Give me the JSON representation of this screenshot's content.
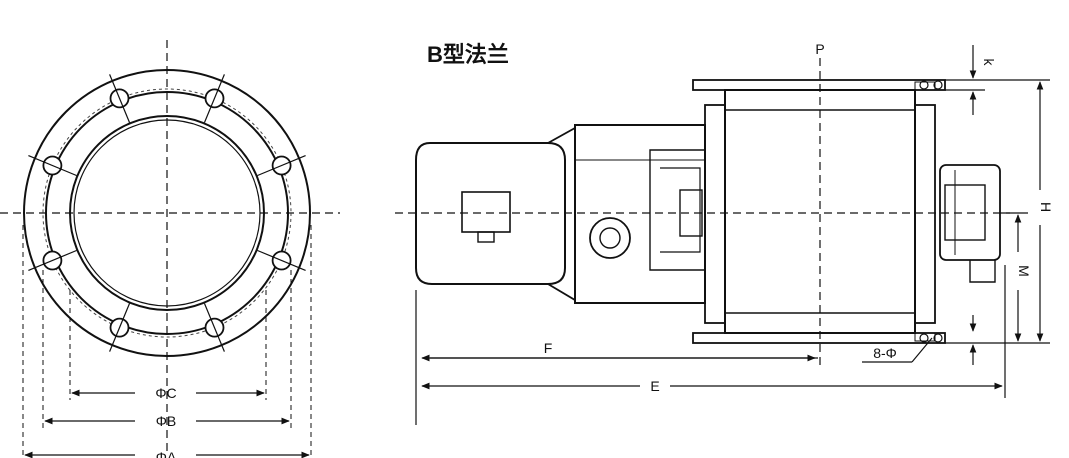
{
  "diagram": {
    "title": "B型法兰",
    "flange_labels": {
      "c": "ΦC",
      "b": "ΦB",
      "a": "ΦA"
    },
    "side_labels": {
      "p": "P",
      "k": "k",
      "h": "H",
      "m": "M",
      "f": "F",
      "e": "E",
      "holes": "8-Φ"
    }
  }
}
